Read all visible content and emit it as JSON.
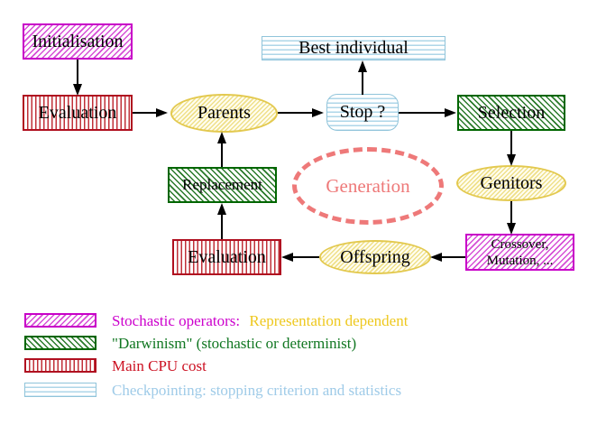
{
  "diagram": {
    "nodes": {
      "initialisation": {
        "label": "Initialisation"
      },
      "evaluation_top": {
        "label": "Evaluation"
      },
      "parents": {
        "label": "Parents"
      },
      "best_individual": {
        "label": "Best individual"
      },
      "stop": {
        "label": "Stop ?"
      },
      "selection": {
        "label": "Selection"
      },
      "genitors": {
        "label": "Genitors"
      },
      "crossover": {
        "line1": "Crossover,",
        "line2": "Mutation, ..."
      },
      "offspring": {
        "label": "Offspring"
      },
      "evaluation_bottom": {
        "label": "Evaluation"
      },
      "replacement": {
        "label": "Replacement"
      },
      "generation": {
        "label": "Generation"
      }
    },
    "edges": [
      "initialisation->evaluation_top",
      "evaluation_top->parents",
      "parents->stop",
      "stop->best_individual",
      "stop->selection",
      "selection->genitors",
      "genitors->crossover",
      "crossover->offspring",
      "offspring->evaluation_bottom",
      "evaluation_bottom->replacement",
      "replacement->parents"
    ],
    "legend": {
      "rows": [
        {
          "swatch": "magenta-diagonal-hatch",
          "label": "Stochastic operators:",
          "label2": "Representation dependent"
        },
        {
          "swatch": "green-diagonal-hatch",
          "label": "\"Darwinism\" (stochastic or determinist)"
        },
        {
          "swatch": "red-vertical-stripes",
          "label": "Main CPU cost"
        },
        {
          "swatch": "cyan-horizontal-stripes",
          "label": "Checkpointing: stopping criterion and statistics"
        }
      ]
    },
    "colors": {
      "stochastic_magenta": "#cc00cc",
      "representation_gold": "#eec81e",
      "darwinism_green": "#117722",
      "cpu_red": "#cc1122",
      "checkpoint_cyan": "#9fcbe8",
      "generation_pink": "#ee7979",
      "node_yellow_border": "#e3c94f",
      "arrow_black": "#000000"
    }
  }
}
